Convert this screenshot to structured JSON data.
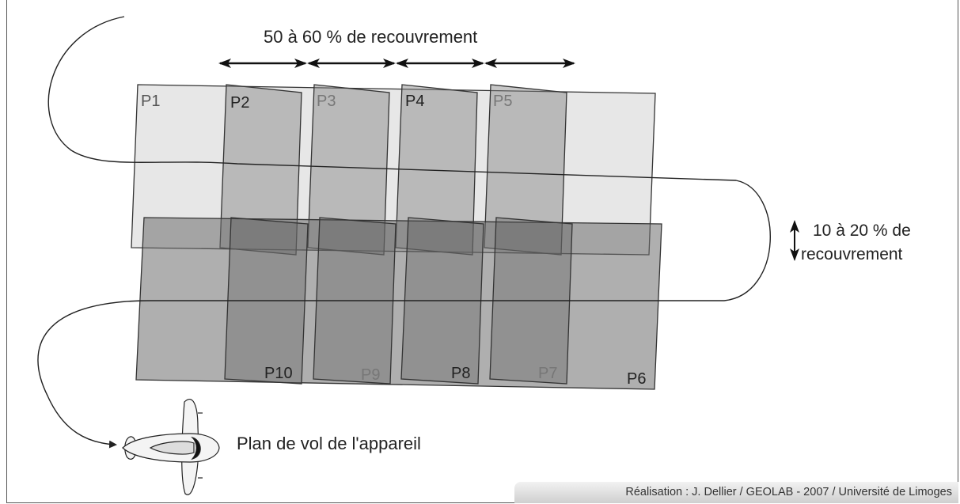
{
  "labels": {
    "overlap_forward": "50 à 60 % de recouvrement",
    "overlap_side_line1": "10 à 20 % de",
    "overlap_side_line2": "recouvrement",
    "flight_plan": "Plan de vol de l'appareil",
    "credit": "Réalisation : J. Dellier / GEOLAB - 2007 / Université de Limoges"
  },
  "photos": {
    "row1": [
      "P1",
      "P2",
      "P3",
      "P4",
      "P5"
    ],
    "row2": [
      "P6",
      "P7",
      "P8",
      "P9",
      "P10"
    ]
  },
  "colors": {
    "row1_fill": "#c9c9c9",
    "row2_fill": "#8f8f8f",
    "stroke": "#333333",
    "label_dark": "#333333",
    "label_light": "#777777"
  }
}
